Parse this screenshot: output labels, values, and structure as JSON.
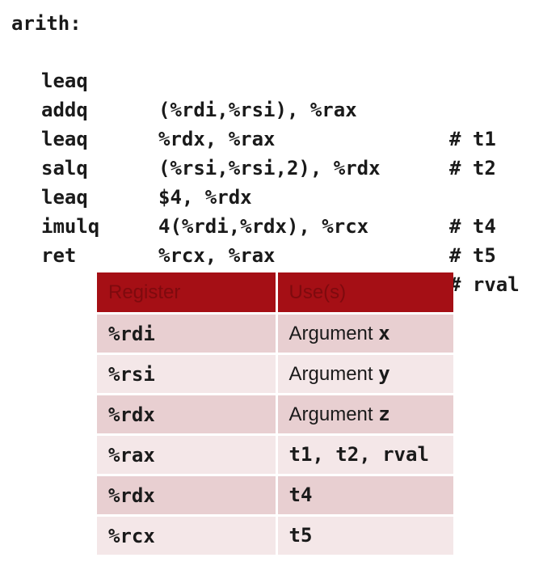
{
  "code": {
    "label": "arith:",
    "lines": [
      {
        "op": "leaq",
        "args": "(%rdi,%rsi), %rax",
        "comment": "# t1"
      },
      {
        "op": "addq",
        "args": "%rdx, %rax",
        "comment": "# t2"
      },
      {
        "op": "leaq",
        "args": "(%rsi,%rsi,2), %rdx",
        "comment": ""
      },
      {
        "op": "salq",
        "args": "$4, %rdx",
        "comment": "# t4"
      },
      {
        "op": "leaq",
        "args": "4(%rdi,%rdx), %rcx",
        "comment": "# t5"
      },
      {
        "op": "imulq",
        "args": "%rcx, %rax",
        "comment": "# rval"
      },
      {
        "op": "ret",
        "args": "",
        "comment": ""
      }
    ]
  },
  "table": {
    "headers": [
      "Register",
      "Use(s)"
    ],
    "rows": [
      {
        "register": "%rdi",
        "use_prefix": "Argument ",
        "use_mono": "x"
      },
      {
        "register": "%rsi",
        "use_prefix": "Argument ",
        "use_mono": "y"
      },
      {
        "register": "%rdx",
        "use_prefix": "Argument ",
        "use_mono": "z"
      },
      {
        "register": "%rax",
        "use_prefix": "",
        "use_mono": "t1, t2, rval"
      },
      {
        "register": "%rdx",
        "use_prefix": "",
        "use_mono": "t4"
      },
      {
        "register": "%rcx",
        "use_prefix": "",
        "use_mono": "t5"
      }
    ]
  },
  "colors": {
    "header_bg": "#a50f15",
    "row_odd": "#e8cfd1",
    "row_even": "#f4e7e8"
  }
}
